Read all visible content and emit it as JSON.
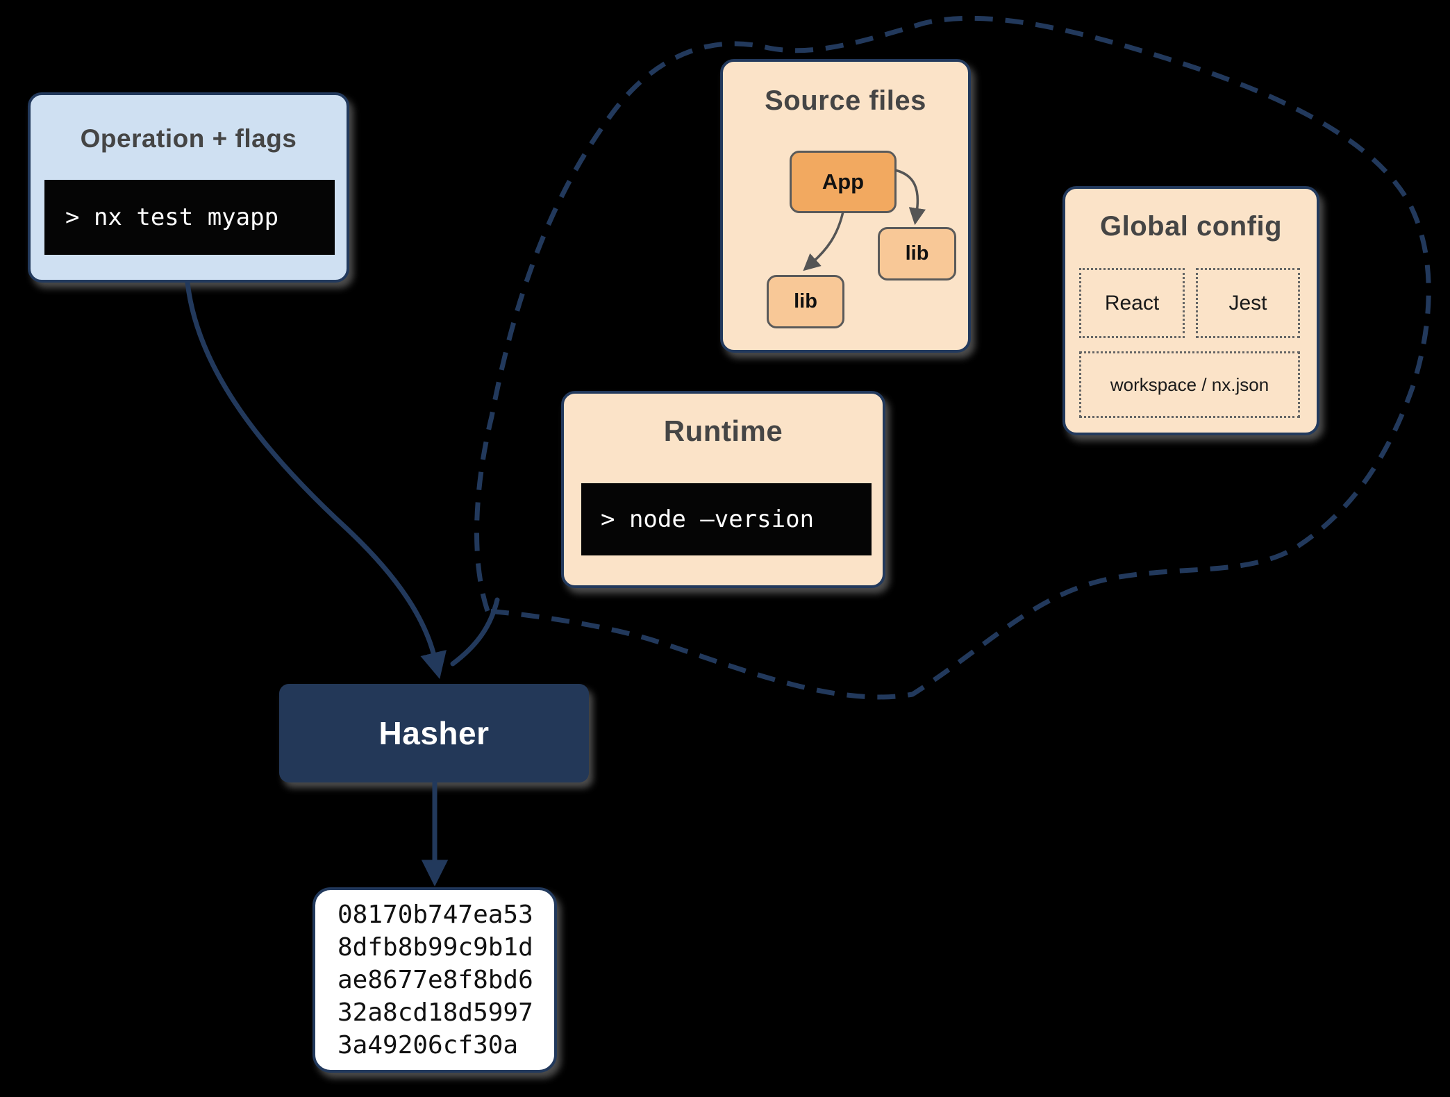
{
  "colors": {
    "navy": "#22395c",
    "hasher-fill": "#233858",
    "light-blue": "#cfe0f2",
    "peach": "#fbe3c8",
    "orange": "#f2a960",
    "light-orange": "#f8c897",
    "title-gray": "#454545",
    "terminal-bg": "#050505",
    "terminal-text": "#ffffff",
    "hash-bg": "#ffffff",
    "hash-text": "#111111"
  },
  "operation": {
    "title": "Operation + flags",
    "command": "> nx test myapp"
  },
  "cloud": {
    "source_files": {
      "title": "Source files",
      "app_label": "App",
      "lib_right_label": "lib",
      "lib_left_label": "lib"
    },
    "runtime": {
      "title": "Runtime",
      "command": "> node –version"
    },
    "global_config": {
      "title": "Global config",
      "item_react": "React",
      "item_jest": "Jest",
      "item_workspace": "workspace / nx.json"
    }
  },
  "hasher": {
    "label": "Hasher"
  },
  "hash_output": {
    "lines": [
      "08170b747ea53",
      "8dfb8b99c9b1d",
      "ae8677e8f8bd6",
      "32a8cd18d5997",
      "3a49206cf30a"
    ]
  }
}
